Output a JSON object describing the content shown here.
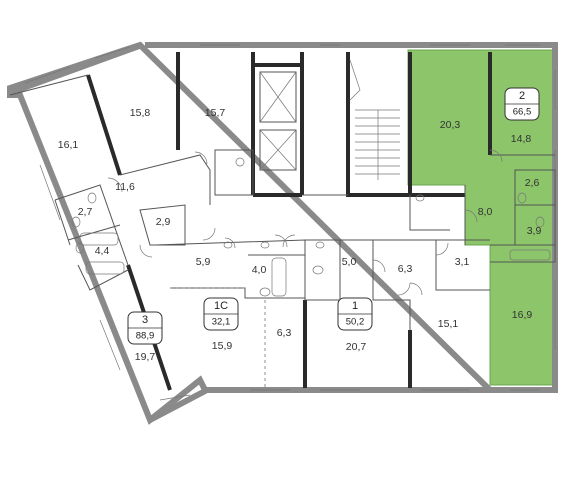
{
  "colors": {
    "highlight": "#8cc56a",
    "highlight_stroke": "#6aa84f",
    "wall": "#8a8a8a",
    "wall_dark": "#2a2a2a",
    "badge_border": "#333333"
  },
  "rooms": [
    {
      "id": "r1",
      "area": "16,1"
    },
    {
      "id": "r2",
      "area": "15,8"
    },
    {
      "id": "r3",
      "area": "15,7"
    },
    {
      "id": "r4",
      "area": "11,6"
    },
    {
      "id": "r5",
      "area": "2,7"
    },
    {
      "id": "r6",
      "area": "4,4"
    },
    {
      "id": "r7",
      "area": "2,9"
    },
    {
      "id": "r8",
      "area": "19,7"
    },
    {
      "id": "r9",
      "area": "5,9"
    },
    {
      "id": "r10",
      "area": "4,0"
    },
    {
      "id": "r11",
      "area": "15,9"
    },
    {
      "id": "r12",
      "area": "6,3"
    },
    {
      "id": "r13",
      "area": "5,0"
    },
    {
      "id": "r14",
      "area": "6,3"
    },
    {
      "id": "r15",
      "area": "3,1"
    },
    {
      "id": "r16",
      "area": "20,7"
    },
    {
      "id": "r17",
      "area": "15,1"
    },
    {
      "id": "r18",
      "area": "20,3"
    },
    {
      "id": "r19",
      "area": "14,8"
    },
    {
      "id": "r20",
      "area": "2,6"
    },
    {
      "id": "r21",
      "area": "8,0"
    },
    {
      "id": "r22",
      "area": "3,9"
    },
    {
      "id": "r23",
      "area": "16,9"
    }
  ],
  "apartments": [
    {
      "number": "3",
      "total": "88,9"
    },
    {
      "number": "1С",
      "total": "32,1"
    },
    {
      "number": "1",
      "total": "50,2"
    },
    {
      "number": "2",
      "total": "66,5"
    }
  ]
}
